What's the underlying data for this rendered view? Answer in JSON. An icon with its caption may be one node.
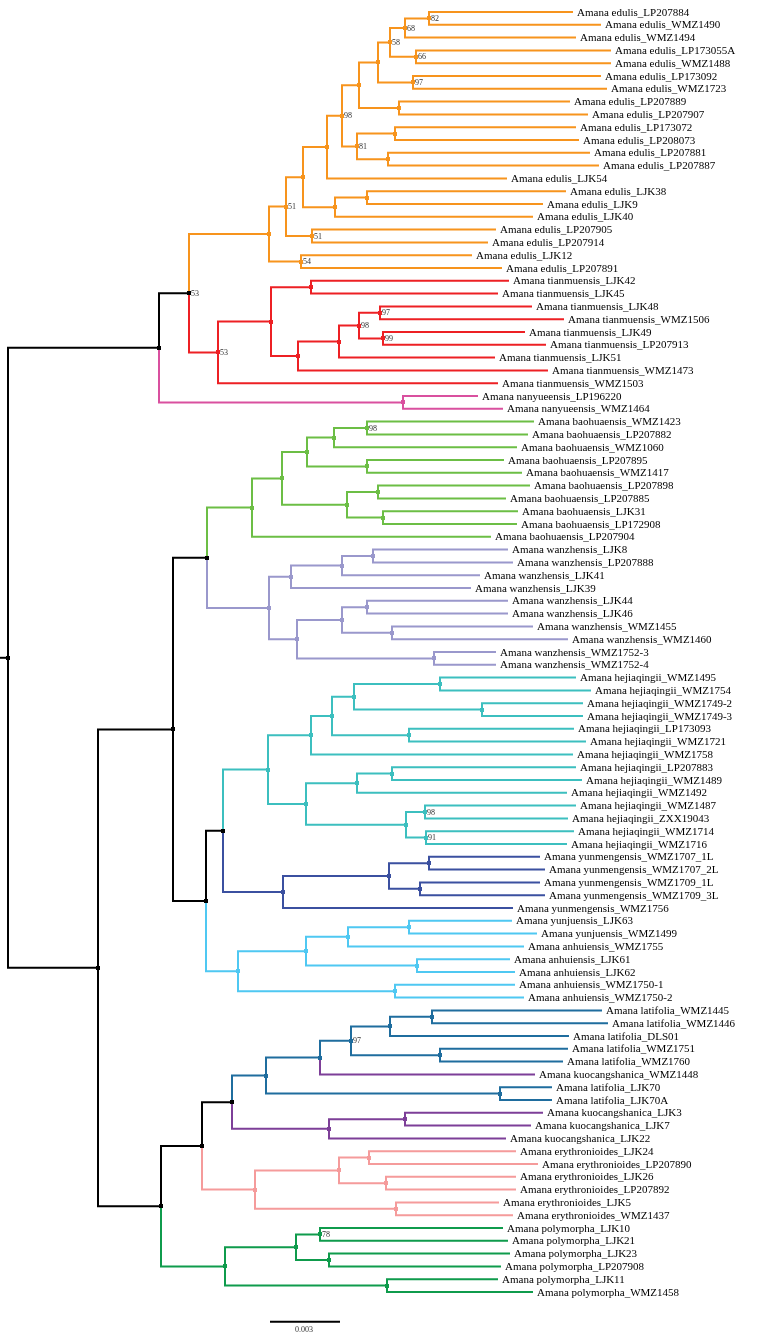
{
  "diagram": {
    "nodes": [
      {
        "text": [
          "Amana edulis_LP207884"
        ]
      },
      {
        "text": [
          "Amana edulis_WMZ1490"
        ]
      },
      {
        "text": [
          "Amana edulis_WMZ1494"
        ]
      },
      {
        "text": [
          "Amana edulis_LP173055A"
        ]
      },
      {
        "text": [
          "Amana edulis_WMZ1488"
        ]
      },
      {
        "text": [
          "Amana edulis_LP173092"
        ]
      },
      {
        "text": [
          "Amana edulis_WMZ1723"
        ]
      },
      {
        "text": [
          "Amana edulis_LP207889"
        ]
      },
      {
        "text": [
          "Amana edulis_LP207907"
        ]
      },
      {
        "text": [
          "Amana edulis_LP173072"
        ]
      },
      {
        "text": [
          "Amana edulis_LP208073"
        ]
      },
      {
        "text": [
          "Amana edulis_LP207881"
        ]
      },
      {
        "text": [
          "Amana edulis_LP207887"
        ]
      },
      {
        "text": [
          "Amana edulis_LJK54"
        ]
      },
      {
        "text": [
          "Amana edulis_LJK38"
        ]
      },
      {
        "text": [
          "Amana edulis_LJK9"
        ]
      },
      {
        "text": [
          "Amana edulis_LJK40"
        ]
      },
      {
        "text": [
          "Amana edulis_LP207905"
        ]
      },
      {
        "text": [
          "Amana edulis_LP207914"
        ]
      },
      {
        "text": [
          "Amana edulis_LJK12"
        ]
      },
      {
        "text": [
          "Amana edulis_LP207891"
        ]
      },
      {
        "text": [
          "Amana tianmuensis_LJK42"
        ]
      },
      {
        "text": [
          "Amana tianmuensis_LJK45"
        ]
      },
      {
        "text": [
          "Amana tianmuensis_LJK48"
        ]
      },
      {
        "text": [
          "Amana tianmuensis_WMZ1506"
        ]
      },
      {
        "text": [
          "Amana tianmuensis_LJK49"
        ]
      },
      {
        "text": [
          "Amana tianmuensis_LP207913"
        ]
      },
      {
        "text": [
          "Amana tianmuensis_LJK51"
        ]
      },
      {
        "text": [
          "Amana tianmuensis_WMZ1473"
        ]
      },
      {
        "text": [
          "Amana tianmuensis_WMZ1503"
        ]
      },
      {
        "text": [
          "Amana nanyueensis_LP196220"
        ]
      },
      {
        "text": [
          "Amana nanyueensis_WMZ1464"
        ]
      },
      {
        "text": [
          "Amana baohuaensis_WMZ1423"
        ]
      },
      {
        "text": [
          "Amana baohuaensis_LP207882"
        ]
      },
      {
        "text": [
          "Amana baohuaensis_WMZ1060"
        ]
      },
      {
        "text": [
          "Amana baohuaensis_LP207895"
        ]
      },
      {
        "text": [
          "Amana baohuaensis_WMZ1417"
        ]
      },
      {
        "text": [
          "Amana baohuaensis_LP207898"
        ]
      },
      {
        "text": [
          "Amana baohuaensis_LP207885"
        ]
      },
      {
        "text": [
          "Amana baohuaensis_LJK31"
        ]
      },
      {
        "text": [
          "Amana baohuaensis_LP172908"
        ]
      },
      {
        "text": [
          "Amana baohuaensis_LP207904"
        ]
      },
      {
        "text": [
          "Amana wanzhensis_LJK8"
        ]
      },
      {
        "text": [
          "Amana wanzhensis_LP207888"
        ]
      },
      {
        "text": [
          "Amana wanzhensis_LJK41"
        ]
      },
      {
        "text": [
          "Amana wanzhensis_LJK39"
        ]
      },
      {
        "text": [
          "Amana wanzhensis_LJK44"
        ]
      },
      {
        "text": [
          "Amana wanzhensis_LJK46"
        ]
      },
      {
        "text": [
          "Amana wanzhensis_WMZ1455"
        ]
      },
      {
        "text": [
          "Amana wanzhensis_WMZ1460"
        ]
      },
      {
        "text": [
          "Amana wanzhensis_WMZ1752-3"
        ]
      },
      {
        "text": [
          "Amana wanzhensis_WMZ1752-4"
        ]
      },
      {
        "text": [
          "Amana hejiaqingii_WMZ1495"
        ]
      },
      {
        "text": [
          "Amana hejiaqingii_WMZ1754"
        ]
      },
      {
        "text": [
          "Amana hejiaqingii_WMZ1749-2"
        ]
      },
      {
        "text": [
          "Amana hejiaqingii_WMZ1749-3"
        ]
      },
      {
        "text": [
          "Amana hejiaqingii_LP173093"
        ]
      },
      {
        "text": [
          "Amana hejiaqingii_WMZ1721"
        ]
      },
      {
        "text": [
          "Amana hejiaqingii_WMZ1758"
        ]
      },
      {
        "text": [
          "Amana hejiaqingii_LP207883"
        ]
      },
      {
        "text": [
          "Amana hejiaqingii_WMZ1489"
        ]
      },
      {
        "text": [
          "Amana hejiaqingii_WMZ1492"
        ]
      },
      {
        "text": [
          "Amana hejiaqingii_WMZ1487"
        ]
      },
      {
        "text": [
          "Amana hejiaqingii_ZXX19043"
        ]
      },
      {
        "text": [
          "Amana hejiaqingii_WMZ1714"
        ]
      },
      {
        "text": [
          "Amana hejiaqingii_WMZ1716"
        ]
      },
      {
        "text": [
          "Amana yunmengensis_WMZ1707_1L"
        ]
      },
      {
        "text": [
          "Amana yunmengensis_WMZ1707_2L"
        ]
      },
      {
        "text": [
          "Amana yunmengensis_WMZ1709_1L"
        ]
      },
      {
        "text": [
          "Amana yunmengensis_WMZ1709_3L"
        ]
      },
      {
        "text": [
          "Amana yunmengensis_WMZ1756"
        ]
      },
      {
        "text": [
          "Amana yunjuensis_LJK63"
        ]
      },
      {
        "text": [
          "Amana yunjuensis_WMZ1499"
        ]
      },
      {
        "text": [
          "Amana anhuiensis_WMZ1755"
        ]
      },
      {
        "text": [
          "Amana anhuiensis_LJK61"
        ]
      },
      {
        "text": [
          "Amana anhuiensis_LJK62"
        ]
      },
      {
        "text": [
          "Amana anhuiensis_WMZ1750-1"
        ]
      },
      {
        "text": [
          "Amana anhuiensis_WMZ1750-2"
        ]
      },
      {
        "text": [
          "Amana latifolia_WMZ1445"
        ]
      },
      {
        "text": [
          "Amana latifolia_WMZ1446"
        ]
      },
      {
        "text": [
          "Amana latifolia_DLS01"
        ]
      },
      {
        "text": [
          "Amana latifolia_WMZ1751"
        ]
      },
      {
        "text": [
          "Amana latifolia_WMZ1760"
        ]
      },
      {
        "text": [
          "Amana kuocangshanica_WMZ1448"
        ]
      },
      {
        "text": [
          "Amana latifolia_LJK70"
        ]
      },
      {
        "text": [
          "Amana latifolia_LJK70A"
        ]
      },
      {
        "text": [
          "Amana kuocangshanica_LJK3"
        ]
      },
      {
        "text": [
          "Amana kuocangshanica_LJK7"
        ]
      },
      {
        "text": [
          "Amana kuocangshanica_LJK22"
        ]
      },
      {
        "text": [
          "Amana erythronioides_LJK24"
        ]
      },
      {
        "text": [
          "Amana erythronioides_LP207890"
        ]
      },
      {
        "text": [
          "Amana erythronioides_LJK26"
        ]
      },
      {
        "text": [
          "Amana erythronioides_LP207892"
        ]
      },
      {
        "text": [
          "Amana erythronioides_LJK5"
        ]
      },
      {
        "text": [
          "Amana erythronioides_WMZ1437"
        ]
      },
      {
        "text": [
          "Amana polymorpha_LJK10"
        ]
      },
      {
        "text": [
          "Amana polymorpha_LJK21"
        ]
      },
      {
        "text": [
          "Amana polymorpha_LJK23"
        ]
      },
      {
        "text": [
          "Amana polymorpha_LP207908"
        ]
      },
      {
        "text": [
          "Amana polymorpha_LJK11"
        ]
      },
      {
        "text": [
          "Amana polymorpha_WMZ1458"
        ]
      },
      {
        "text": [],
        "shape": "point",
        "beside": [
          "82"
        ]
      },
      {
        "text": [],
        "shape": "point",
        "beside": [
          "68"
        ]
      },
      {
        "text": [],
        "shape": "point",
        "beside": [
          "66"
        ]
      },
      {
        "text": [],
        "shape": "point",
        "beside": [
          "58"
        ]
      },
      {
        "text": [],
        "shape": "point",
        "beside": [
          "97"
        ]
      },
      {
        "text": [],
        "shape": "point"
      },
      {
        "text": [],
        "shape": "point"
      },
      {
        "text": [],
        "shape": "point"
      },
      {
        "text": [],
        "shape": "point"
      },
      {
        "text": [],
        "shape": "point"
      },
      {
        "text": [],
        "shape": "point",
        "beside": [
          "81"
        ]
      },
      {
        "text": [],
        "shape": "point",
        "beside": [
          "98"
        ]
      },
      {
        "text": [],
        "shape": "point"
      },
      {
        "text": [],
        "shape": "point"
      },
      {
        "text": [],
        "shape": "point"
      },
      {
        "text": [],
        "shape": "point"
      },
      {
        "text": [],
        "shape": "point",
        "beside": [
          "51"
        ]
      },
      {
        "text": [],
        "shape": "point",
        "beside": [
          "51"
        ]
      },
      {
        "text": [],
        "shape": "point",
        "beside": [
          "54"
        ]
      },
      {
        "text": [],
        "shape": "point"
      },
      {
        "text": [],
        "shape": "point"
      },
      {
        "text": [],
        "shape": "point",
        "beside": [
          "97"
        ]
      },
      {
        "text": [],
        "shape": "point",
        "beside": [
          "99"
        ]
      },
      {
        "text": [],
        "shape": "point",
        "beside": [
          "98"
        ]
      },
      {
        "text": [],
        "shape": "point"
      },
      {
        "text": [],
        "shape": "point"
      },
      {
        "text": [],
        "shape": "point"
      },
      {
        "text": [],
        "shape": "point",
        "beside": [
          "53"
        ]
      },
      {
        "text": [],
        "shape": "point",
        "beside": [
          "53"
        ]
      },
      {
        "text": [],
        "shape": "point"
      },
      {
        "text": [],
        "shape": "point"
      },
      {
        "text": [],
        "shape": "point",
        "beside": [
          "98"
        ]
      },
      {
        "text": [],
        "shape": "point"
      },
      {
        "text": [],
        "shape": "point"
      },
      {
        "text": [],
        "shape": "point"
      },
      {
        "text": [],
        "shape": "point"
      },
      {
        "text": [],
        "shape": "point"
      },
      {
        "text": [],
        "shape": "point"
      },
      {
        "text": [],
        "shape": "point"
      },
      {
        "text": [],
        "shape": "point"
      },
      {
        "text": [],
        "shape": "point"
      },
      {
        "text": [],
        "shape": "point"
      },
      {
        "text": [],
        "shape": "point"
      },
      {
        "text": [],
        "shape": "point"
      },
      {
        "text": [],
        "shape": "point"
      },
      {
        "text": [],
        "shape": "point"
      },
      {
        "text": [],
        "shape": "point"
      },
      {
        "text": [],
        "shape": "point"
      },
      {
        "text": [],
        "shape": "point"
      },
      {
        "text": [],
        "shape": "point"
      },
      {
        "text": [],
        "shape": "point"
      },
      {
        "text": [],
        "shape": "point"
      },
      {
        "text": [],
        "shape": "point"
      },
      {
        "text": [],
        "shape": "point"
      },
      {
        "text": [],
        "shape": "point"
      },
      {
        "text": [],
        "shape": "point"
      },
      {
        "text": [],
        "shape": "point"
      },
      {
        "text": [],
        "shape": "point"
      },
      {
        "text": [],
        "shape": "point",
        "beside": [
          "98"
        ]
      },
      {
        "text": [],
        "shape": "point",
        "beside": [
          "91"
        ]
      },
      {
        "text": [],
        "shape": "point"
      },
      {
        "text": [],
        "shape": "point"
      },
      {
        "text": [],
        "shape": "point"
      },
      {
        "text": [],
        "shape": "point"
      },
      {
        "text": [],
        "shape": "point"
      },
      {
        "text": [],
        "shape": "point"
      },
      {
        "text": [],
        "shape": "point"
      },
      {
        "text": [],
        "shape": "point"
      },
      {
        "text": [],
        "shape": "point"
      },
      {
        "text": [],
        "shape": "point"
      },
      {
        "text": [],
        "shape": "point"
      },
      {
        "text": [],
        "shape": "point"
      },
      {
        "text": [],
        "shape": "point"
      },
      {
        "text": [],
        "shape": "point"
      },
      {
        "text": [],
        "shape": "point"
      },
      {
        "text": [],
        "shape": "point"
      },
      {
        "text": [],
        "shape": "point"
      },
      {
        "text": [],
        "shape": "point"
      },
      {
        "text": [],
        "shape": "point"
      },
      {
        "text": [],
        "shape": "point",
        "beside": [
          "97"
        ]
      },
      {
        "text": [],
        "shape": "point"
      },
      {
        "text": [],
        "shape": "point"
      },
      {
        "text": [],
        "shape": "point"
      },
      {
        "text": [],
        "shape": "point"
      },
      {
        "text": [],
        "shape": "point"
      },
      {
        "text": [],
        "shape": "point"
      },
      {
        "text": [],
        "shape": "point"
      },
      {
        "text": [],
        "shape": "point"
      },
      {
        "text": [],
        "shape": "point"
      },
      {
        "text": [],
        "shape": "point"
      },
      {
        "text": [],
        "shape": "point"
      },
      {
        "text": [],
        "shape": "point"
      },
      {
        "text": [],
        "shape": "point",
        "beside": [
          "78"
        ]
      },
      {
        "text": [],
        "shape": "point"
      },
      {
        "text": [],
        "shape": "point"
      },
      {
        "text": [],
        "shape": "point"
      },
      {
        "text": [],
        "shape": "point"
      },
      {
        "text": [],
        "shape": "point"
      },
      {
        "text": [],
        "shape": "point"
      },
      {
        "text": [],
        "shape": "point"
      }
    ],
    "edges": [
      {
        "from": 101,
        "to": 0,
        "arrow": "none",
        "color": "#f7941d"
      },
      {
        "from": 101,
        "to": 1,
        "arrow": "none",
        "color": "#f7941d"
      },
      {
        "from": 102,
        "to": 101,
        "arrow": "none",
        "color": "#f7941d"
      },
      {
        "from": 102,
        "to": 2,
        "arrow": "none",
        "color": "#f7941d"
      },
      {
        "from": 103,
        "to": 3,
        "arrow": "none",
        "color": "#f7941d"
      },
      {
        "from": 103,
        "to": 4,
        "arrow": "none",
        "color": "#f7941d"
      },
      {
        "from": 104,
        "to": 102,
        "arrow": "none",
        "color": "#f7941d"
      },
      {
        "from": 104,
        "to": 103,
        "arrow": "none",
        "color": "#f7941d"
      },
      {
        "from": 105,
        "to": 5,
        "arrow": "none",
        "color": "#f7941d"
      },
      {
        "from": 105,
        "to": 6,
        "arrow": "none",
        "color": "#f7941d"
      },
      {
        "from": 106,
        "to": 104,
        "arrow": "none",
        "color": "#f7941d"
      },
      {
        "from": 106,
        "to": 105,
        "arrow": "none",
        "color": "#f7941d"
      },
      {
        "from": 107,
        "to": 7,
        "arrow": "none",
        "color": "#f7941d"
      },
      {
        "from": 107,
        "to": 8,
        "arrow": "none",
        "color": "#f7941d"
      },
      {
        "from": 108,
        "to": 106,
        "arrow": "none",
        "color": "#f7941d"
      },
      {
        "from": 108,
        "to": 107,
        "arrow": "none",
        "color": "#f7941d"
      },
      {
        "from": 109,
        "to": 9,
        "arrow": "none",
        "color": "#f7941d"
      },
      {
        "from": 109,
        "to": 10,
        "arrow": "none",
        "color": "#f7941d"
      },
      {
        "from": 110,
        "to": 11,
        "arrow": "none",
        "color": "#f7941d"
      },
      {
        "from": 110,
        "to": 12,
        "arrow": "none",
        "color": "#f7941d"
      },
      {
        "from": 111,
        "to": 109,
        "arrow": "none",
        "color": "#f7941d"
      },
      {
        "from": 111,
        "to": 110,
        "arrow": "none",
        "color": "#f7941d"
      },
      {
        "from": 112,
        "to": 108,
        "arrow": "none",
        "color": "#f7941d"
      },
      {
        "from": 112,
        "to": 111,
        "arrow": "none",
        "color": "#f7941d"
      },
      {
        "from": 113,
        "to": 112,
        "arrow": "none",
        "color": "#f7941d"
      },
      {
        "from": 113,
        "to": 13,
        "arrow": "none",
        "color": "#f7941d"
      },
      {
        "from": 114,
        "to": 14,
        "arrow": "none",
        "color": "#f7941d"
      },
      {
        "from": 114,
        "to": 15,
        "arrow": "none",
        "color": "#f7941d"
      },
      {
        "from": 115,
        "to": 114,
        "arrow": "none",
        "color": "#f7941d"
      },
      {
        "from": 115,
        "to": 16,
        "arrow": "none",
        "color": "#f7941d"
      },
      {
        "from": 116,
        "to": 113,
        "arrow": "none",
        "color": "#f7941d"
      },
      {
        "from": 116,
        "to": 115,
        "arrow": "none",
        "color": "#f7941d"
      },
      {
        "from": 117,
        "to": 17,
        "arrow": "none",
        "color": "#f7941d"
      },
      {
        "from": 117,
        "to": 18,
        "arrow": "none",
        "color": "#f7941d"
      },
      {
        "from": 118,
        "to": 116,
        "arrow": "none",
        "color": "#f7941d"
      },
      {
        "from": 118,
        "to": 117,
        "arrow": "none",
        "color": "#f7941d"
      },
      {
        "from": 119,
        "to": 19,
        "arrow": "none",
        "color": "#f7941d"
      },
      {
        "from": 119,
        "to": 20,
        "arrow": "none",
        "color": "#f7941d"
      },
      {
        "from": 120,
        "to": 118,
        "arrow": "none",
        "color": "#f7941d"
      },
      {
        "from": 120,
        "to": 119,
        "arrow": "none",
        "color": "#f7941d"
      },
      {
        "from": 121,
        "to": 21,
        "arrow": "none",
        "color": "#ed2024"
      },
      {
        "from": 121,
        "to": 22,
        "arrow": "none",
        "color": "#ed2024"
      },
      {
        "from": 122,
        "to": 23,
        "arrow": "none",
        "color": "#ed2024"
      },
      {
        "from": 122,
        "to": 24,
        "arrow": "none",
        "color": "#ed2024"
      },
      {
        "from": 123,
        "to": 25,
        "arrow": "none",
        "color": "#ed2024"
      },
      {
        "from": 123,
        "to": 26,
        "arrow": "none",
        "color": "#ed2024"
      },
      {
        "from": 124,
        "to": 122,
        "arrow": "none",
        "color": "#ed2024"
      },
      {
        "from": 124,
        "to": 123,
        "arrow": "none",
        "color": "#ed2024"
      },
      {
        "from": 125,
        "to": 124,
        "arrow": "none",
        "color": "#ed2024"
      },
      {
        "from": 125,
        "to": 27,
        "arrow": "none",
        "color": "#ed2024"
      },
      {
        "from": 126,
        "to": 125,
        "arrow": "none",
        "color": "#ed2024"
      },
      {
        "from": 126,
        "to": 28,
        "arrow": "none",
        "color": "#ed2024"
      },
      {
        "from": 127,
        "to": 121,
        "arrow": "none",
        "color": "#ed2024"
      },
      {
        "from": 127,
        "to": 126,
        "arrow": "none",
        "color": "#ed2024"
      },
      {
        "from": 128,
        "to": 127,
        "arrow": "none",
        "color": "#ed2024"
      },
      {
        "from": 128,
        "to": 29,
        "arrow": "none",
        "color": "#ed2024"
      },
      {
        "from": 129,
        "to": 120,
        "arrow": "none",
        "color": "#f7941d"
      },
      {
        "from": 129,
        "to": 128,
        "arrow": "none",
        "color": "#ed2024"
      },
      {
        "from": 130,
        "to": 30,
        "arrow": "none",
        "color": "#d9509f"
      },
      {
        "from": 130,
        "to": 31,
        "arrow": "none",
        "color": "#d9509f"
      },
      {
        "from": 131,
        "to": 129,
        "arrow": "none",
        "color": "#000000"
      },
      {
        "from": 131,
        "to": 130,
        "arrow": "none",
        "color": "#d9509f"
      },
      {
        "from": 132,
        "to": 32,
        "arrow": "none",
        "color": "#6cbe45"
      },
      {
        "from": 132,
        "to": 33,
        "arrow": "none",
        "color": "#6cbe45"
      },
      {
        "from": 133,
        "to": 132,
        "arrow": "none",
        "color": "#6cbe45"
      },
      {
        "from": 133,
        "to": 34,
        "arrow": "none",
        "color": "#6cbe45"
      },
      {
        "from": 134,
        "to": 35,
        "arrow": "none",
        "color": "#6cbe45"
      },
      {
        "from": 134,
        "to": 36,
        "arrow": "none",
        "color": "#6cbe45"
      },
      {
        "from": 135,
        "to": 133,
        "arrow": "none",
        "color": "#6cbe45"
      },
      {
        "from": 135,
        "to": 134,
        "arrow": "none",
        "color": "#6cbe45"
      },
      {
        "from": 136,
        "to": 37,
        "arrow": "none",
        "color": "#6cbe45"
      },
      {
        "from": 136,
        "to": 38,
        "arrow": "none",
        "color": "#6cbe45"
      },
      {
        "from": 137,
        "to": 39,
        "arrow": "none",
        "color": "#6cbe45"
      },
      {
        "from": 137,
        "to": 40,
        "arrow": "none",
        "color": "#6cbe45"
      },
      {
        "from": 138,
        "to": 136,
        "arrow": "none",
        "color": "#6cbe45"
      },
      {
        "from": 138,
        "to": 137,
        "arrow": "none",
        "color": "#6cbe45"
      },
      {
        "from": 139,
        "to": 135,
        "arrow": "none",
        "color": "#6cbe45"
      },
      {
        "from": 139,
        "to": 138,
        "arrow": "none",
        "color": "#6cbe45"
      },
      {
        "from": 140,
        "to": 139,
        "arrow": "none",
        "color": "#6cbe45"
      },
      {
        "from": 140,
        "to": 41,
        "arrow": "none",
        "color": "#6cbe45"
      },
      {
        "from": 141,
        "to": 42,
        "arrow": "none",
        "color": "#9a98cc"
      },
      {
        "from": 141,
        "to": 43,
        "arrow": "none",
        "color": "#9a98cc"
      },
      {
        "from": 142,
        "to": 141,
        "arrow": "none",
        "color": "#9a98cc"
      },
      {
        "from": 142,
        "to": 44,
        "arrow": "none",
        "color": "#9a98cc"
      },
      {
        "from": 143,
        "to": 142,
        "arrow": "none",
        "color": "#9a98cc"
      },
      {
        "from": 143,
        "to": 45,
        "arrow": "none",
        "color": "#9a98cc"
      },
      {
        "from": 144,
        "to": 46,
        "arrow": "none",
        "color": "#9a98cc"
      },
      {
        "from": 144,
        "to": 47,
        "arrow": "none",
        "color": "#9a98cc"
      },
      {
        "from": 145,
        "to": 48,
        "arrow": "none",
        "color": "#9a98cc"
      },
      {
        "from": 145,
        "to": 49,
        "arrow": "none",
        "color": "#9a98cc"
      },
      {
        "from": 146,
        "to": 144,
        "arrow": "none",
        "color": "#9a98cc"
      },
      {
        "from": 146,
        "to": 145,
        "arrow": "none",
        "color": "#9a98cc"
      },
      {
        "from": 147,
        "to": 50,
        "arrow": "none",
        "color": "#9a98cc"
      },
      {
        "from": 147,
        "to": 51,
        "arrow": "none",
        "color": "#9a98cc"
      },
      {
        "from": 148,
        "to": 146,
        "arrow": "none",
        "color": "#9a98cc"
      },
      {
        "from": 148,
        "to": 147,
        "arrow": "none",
        "color": "#9a98cc"
      },
      {
        "from": 149,
        "to": 143,
        "arrow": "none",
        "color": "#9a98cc"
      },
      {
        "from": 149,
        "to": 148,
        "arrow": "none",
        "color": "#9a98cc"
      },
      {
        "from": 150,
        "to": 140,
        "arrow": "none",
        "color": "#6cbe45"
      },
      {
        "from": 150,
        "to": 149,
        "arrow": "none",
        "color": "#9a98cc"
      },
      {
        "from": 151,
        "to": 52,
        "arrow": "none",
        "color": "#3cbfbf"
      },
      {
        "from": 151,
        "to": 53,
        "arrow": "none",
        "color": "#3cbfbf"
      },
      {
        "from": 152,
        "to": 54,
        "arrow": "none",
        "color": "#3cbfbf"
      },
      {
        "from": 152,
        "to": 55,
        "arrow": "none",
        "color": "#3cbfbf"
      },
      {
        "from": 153,
        "to": 151,
        "arrow": "none",
        "color": "#3cbfbf"
      },
      {
        "from": 153,
        "to": 152,
        "arrow": "none",
        "color": "#3cbfbf"
      },
      {
        "from": 154,
        "to": 56,
        "arrow": "none",
        "color": "#3cbfbf"
      },
      {
        "from": 154,
        "to": 57,
        "arrow": "none",
        "color": "#3cbfbf"
      },
      {
        "from": 155,
        "to": 153,
        "arrow": "none",
        "color": "#3cbfbf"
      },
      {
        "from": 155,
        "to": 154,
        "arrow": "none",
        "color": "#3cbfbf"
      },
      {
        "from": 156,
        "to": 155,
        "arrow": "none",
        "color": "#3cbfbf"
      },
      {
        "from": 156,
        "to": 58,
        "arrow": "none",
        "color": "#3cbfbf"
      },
      {
        "from": 157,
        "to": 59,
        "arrow": "none",
        "color": "#3cbfbf"
      },
      {
        "from": 157,
        "to": 60,
        "arrow": "none",
        "color": "#3cbfbf"
      },
      {
        "from": 158,
        "to": 157,
        "arrow": "none",
        "color": "#3cbfbf"
      },
      {
        "from": 158,
        "to": 61,
        "arrow": "none",
        "color": "#3cbfbf"
      },
      {
        "from": 159,
        "to": 62,
        "arrow": "none",
        "color": "#3cbfbf"
      },
      {
        "from": 159,
        "to": 63,
        "arrow": "none",
        "color": "#3cbfbf"
      },
      {
        "from": 160,
        "to": 64,
        "arrow": "none",
        "color": "#3cbfbf"
      },
      {
        "from": 160,
        "to": 65,
        "arrow": "none",
        "color": "#3cbfbf"
      },
      {
        "from": 161,
        "to": 159,
        "arrow": "none",
        "color": "#3cbfbf"
      },
      {
        "from": 161,
        "to": 160,
        "arrow": "none",
        "color": "#3cbfbf"
      },
      {
        "from": 162,
        "to": 158,
        "arrow": "none",
        "color": "#3cbfbf"
      },
      {
        "from": 162,
        "to": 161,
        "arrow": "none",
        "color": "#3cbfbf"
      },
      {
        "from": 163,
        "to": 156,
        "arrow": "none",
        "color": "#3cbfbf"
      },
      {
        "from": 163,
        "to": 162,
        "arrow": "none",
        "color": "#3cbfbf"
      },
      {
        "from": 164,
        "to": 66,
        "arrow": "none",
        "color": "#3b50a0"
      },
      {
        "from": 164,
        "to": 67,
        "arrow": "none",
        "color": "#3b50a0"
      },
      {
        "from": 165,
        "to": 68,
        "arrow": "none",
        "color": "#3b50a0"
      },
      {
        "from": 165,
        "to": 69,
        "arrow": "none",
        "color": "#3b50a0"
      },
      {
        "from": 166,
        "to": 164,
        "arrow": "none",
        "color": "#3b50a0"
      },
      {
        "from": 166,
        "to": 165,
        "arrow": "none",
        "color": "#3b50a0"
      },
      {
        "from": 167,
        "to": 166,
        "arrow": "none",
        "color": "#3b50a0"
      },
      {
        "from": 167,
        "to": 70,
        "arrow": "none",
        "color": "#3b50a0"
      },
      {
        "from": 168,
        "to": 163,
        "arrow": "none",
        "color": "#3cbfbf"
      },
      {
        "from": 168,
        "to": 167,
        "arrow": "none",
        "color": "#3b50a0"
      },
      {
        "from": 169,
        "to": 71,
        "arrow": "none",
        "color": "#4fc8f2"
      },
      {
        "from": 169,
        "to": 72,
        "arrow": "none",
        "color": "#4fc8f2"
      },
      {
        "from": 170,
        "to": 169,
        "arrow": "none",
        "color": "#4fc8f2"
      },
      {
        "from": 170,
        "to": 73,
        "arrow": "none",
        "color": "#4fc8f2"
      },
      {
        "from": 171,
        "to": 74,
        "arrow": "none",
        "color": "#4fc8f2"
      },
      {
        "from": 171,
        "to": 75,
        "arrow": "none",
        "color": "#4fc8f2"
      },
      {
        "from": 172,
        "to": 170,
        "arrow": "none",
        "color": "#4fc8f2"
      },
      {
        "from": 172,
        "to": 171,
        "arrow": "none",
        "color": "#4fc8f2"
      },
      {
        "from": 173,
        "to": 76,
        "arrow": "none",
        "color": "#4fc8f2"
      },
      {
        "from": 173,
        "to": 77,
        "arrow": "none",
        "color": "#4fc8f2"
      },
      {
        "from": 174,
        "to": 172,
        "arrow": "none",
        "color": "#4fc8f2"
      },
      {
        "from": 174,
        "to": 173,
        "arrow": "none",
        "color": "#4fc8f2"
      },
      {
        "from": 175,
        "to": 168,
        "arrow": "none",
        "color": "#000000"
      },
      {
        "from": 175,
        "to": 174,
        "arrow": "none",
        "color": "#4fc8f2"
      },
      {
        "from": 176,
        "to": 150,
        "arrow": "none",
        "color": "#000000"
      },
      {
        "from": 176,
        "to": 175,
        "arrow": "none",
        "color": "#000000"
      },
      {
        "from": 177,
        "to": 78,
        "arrow": "none",
        "color": "#1f6d9e"
      },
      {
        "from": 177,
        "to": 79,
        "arrow": "none",
        "color": "#1f6d9e"
      },
      {
        "from": 178,
        "to": 177,
        "arrow": "none",
        "color": "#1f6d9e"
      },
      {
        "from": 178,
        "to": 80,
        "arrow": "none",
        "color": "#1f6d9e"
      },
      {
        "from": 179,
        "to": 81,
        "arrow": "none",
        "color": "#1f6d9e"
      },
      {
        "from": 179,
        "to": 82,
        "arrow": "none",
        "color": "#1f6d9e"
      },
      {
        "from": 180,
        "to": 178,
        "arrow": "none",
        "color": "#1f6d9e"
      },
      {
        "from": 180,
        "to": 179,
        "arrow": "none",
        "color": "#1f6d9e"
      },
      {
        "from": 181,
        "to": 180,
        "arrow": "none",
        "color": "#1f6d9e"
      },
      {
        "from": 181,
        "to": 83,
        "arrow": "none",
        "color": "#7d3f98"
      },
      {
        "from": 182,
        "to": 84,
        "arrow": "none",
        "color": "#1f6d9e"
      },
      {
        "from": 182,
        "to": 85,
        "arrow": "none",
        "color": "#1f6d9e"
      },
      {
        "from": 183,
        "to": 181,
        "arrow": "none",
        "color": "#1f6d9e"
      },
      {
        "from": 183,
        "to": 182,
        "arrow": "none",
        "color": "#1f6d9e"
      },
      {
        "from": 184,
        "to": 86,
        "arrow": "none",
        "color": "#7d3f98"
      },
      {
        "from": 184,
        "to": 87,
        "arrow": "none",
        "color": "#7d3f98"
      },
      {
        "from": 185,
        "to": 184,
        "arrow": "none",
        "color": "#7d3f98"
      },
      {
        "from": 185,
        "to": 88,
        "arrow": "none",
        "color": "#7d3f98"
      },
      {
        "from": 186,
        "to": 183,
        "arrow": "none",
        "color": "#1f6d9e"
      },
      {
        "from": 186,
        "to": 185,
        "arrow": "none",
        "color": "#7d3f98"
      },
      {
        "from": 187,
        "to": 89,
        "arrow": "none",
        "color": "#f59b9b"
      },
      {
        "from": 187,
        "to": 90,
        "arrow": "none",
        "color": "#f59b9b"
      },
      {
        "from": 188,
        "to": 91,
        "arrow": "none",
        "color": "#f59b9b"
      },
      {
        "from": 188,
        "to": 92,
        "arrow": "none",
        "color": "#f59b9b"
      },
      {
        "from": 189,
        "to": 187,
        "arrow": "none",
        "color": "#f59b9b"
      },
      {
        "from": 189,
        "to": 188,
        "arrow": "none",
        "color": "#f59b9b"
      },
      {
        "from": 190,
        "to": 93,
        "arrow": "none",
        "color": "#f59b9b"
      },
      {
        "from": 190,
        "to": 94,
        "arrow": "none",
        "color": "#f59b9b"
      },
      {
        "from": 191,
        "to": 189,
        "arrow": "none",
        "color": "#f59b9b"
      },
      {
        "from": 191,
        "to": 190,
        "arrow": "none",
        "color": "#f59b9b"
      },
      {
        "from": 192,
        "to": 186,
        "arrow": "none",
        "color": "#000000"
      },
      {
        "from": 192,
        "to": 191,
        "arrow": "none",
        "color": "#f59b9b"
      },
      {
        "from": 193,
        "to": 95,
        "arrow": "none",
        "color": "#0f9b4c"
      },
      {
        "from": 193,
        "to": 96,
        "arrow": "none",
        "color": "#0f9b4c"
      },
      {
        "from": 194,
        "to": 97,
        "arrow": "none",
        "color": "#0f9b4c"
      },
      {
        "from": 194,
        "to": 98,
        "arrow": "none",
        "color": "#0f9b4c"
      },
      {
        "from": 195,
        "to": 193,
        "arrow": "none",
        "color": "#0f9b4c"
      },
      {
        "from": 195,
        "to": 194,
        "arrow": "none",
        "color": "#0f9b4c"
      },
      {
        "from": 196,
        "to": 99,
        "arrow": "none",
        "color": "#0f9b4c"
      },
      {
        "from": 196,
        "to": 100,
        "arrow": "none",
        "color": "#0f9b4c"
      },
      {
        "from": 197,
        "to": 195,
        "arrow": "none",
        "color": "#0f9b4c"
      },
      {
        "from": 197,
        "to": 196,
        "arrow": "none",
        "color": "#0f9b4c"
      },
      {
        "from": 198,
        "to": 192,
        "arrow": "none",
        "color": "#000000"
      },
      {
        "from": 198,
        "to": 197,
        "arrow": "none",
        "color": "#0f9b4c"
      },
      {
        "from": 199,
        "to": 176,
        "arrow": "none",
        "color": "#000000"
      },
      {
        "from": 199,
        "to": 198,
        "arrow": "none",
        "color": "#000000"
      },
      {
        "from": 200,
        "to": 131,
        "arrow": "none",
        "color": "#000000"
      },
      {
        "from": 200,
        "to": 199,
        "arrow": "none",
        "color": "#000000"
      },
      {
        "from": null,
        "to": 200,
        "arrow": "none",
        "color": "#000000"
      }
    ],
    "labels": [
      "0.003"
    ]
  }
}
